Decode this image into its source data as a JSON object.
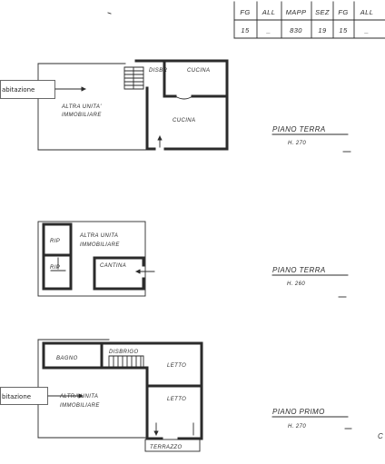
{
  "cadastral_table": {
    "headers": [
      "FG",
      "ALL",
      "MAPP",
      "SEZ",
      "FG",
      "ALL"
    ],
    "values": [
      "15",
      "_",
      "830",
      "19",
      "15",
      "_"
    ]
  },
  "callouts": {
    "upper": "abitazione",
    "lower": "bitazione"
  },
  "plans": {
    "ground_floor_a": {
      "rooms": {
        "disimpegno": "DISBR",
        "kitchen_top": "CUCINA",
        "other_unit_line1": "ALTRA UNITA'",
        "other_unit_line2": "IMMOBILIARE",
        "kitchen": "CUCINA"
      },
      "floor_label": "PIANO TERRA",
      "height_label": "H. 270"
    },
    "ground_floor_b": {
      "rooms": {
        "other_unit_line1": "ALTRA UNITA",
        "other_unit_line2": "IMMOBILIARE",
        "storage_top": "RIP",
        "storage_bottom": "RIP",
        "cellar": "CANTINA"
      },
      "floor_label": "PIANO TERRA",
      "height_label": "H. 260"
    },
    "first_floor": {
      "rooms": {
        "bathroom": "BAGNO",
        "closet": "DISBRIGO",
        "bedroom_top": "LETTO",
        "bedroom_bottom": "LETTO",
        "other_unit_line1": "ALTRA UNITA",
        "other_unit_line2": "IMMOBILIARE",
        "terrace": "TERRAZZO"
      },
      "floor_label": "PIANO PRIMO",
      "height_label": "H. 270"
    }
  },
  "corner_mark": "C",
  "colors": {
    "ink": "#2b2b2b",
    "callout_border": "#444444",
    "paper": "#ffffff"
  }
}
